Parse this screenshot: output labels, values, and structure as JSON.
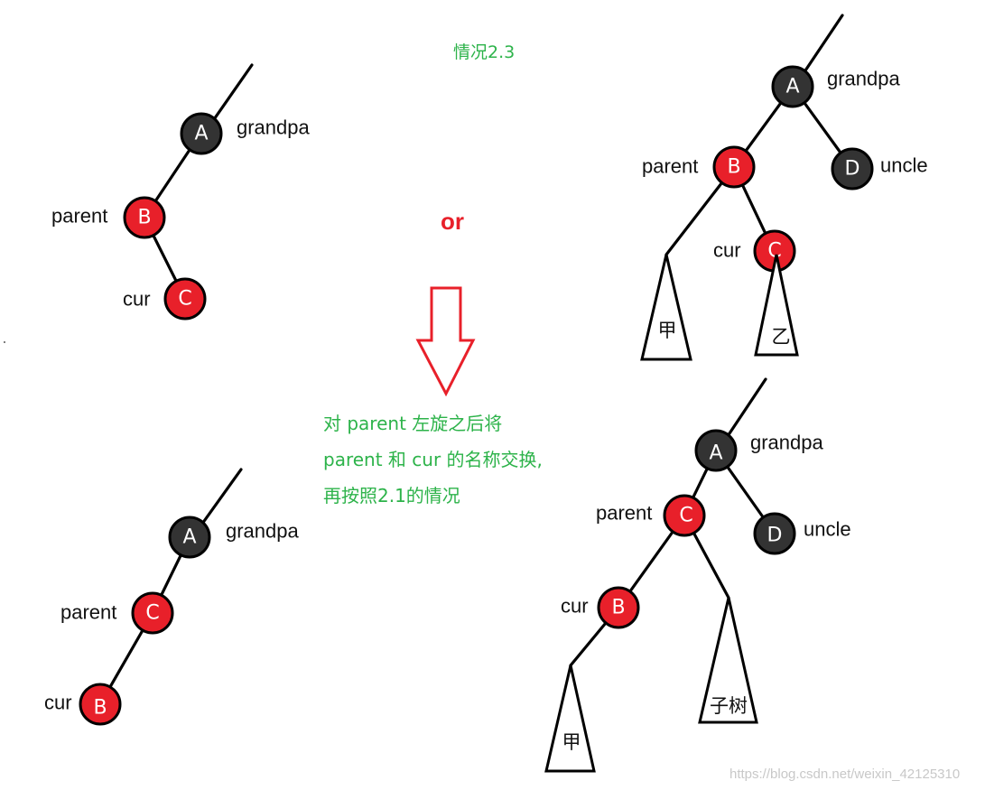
{
  "title": "情况2.3",
  "or_text": "or",
  "note_lines": [
    "对 parent 左旋之后将",
    "parent 和 cur 的名称交换,",
    "再按照2.1的情况"
  ],
  "watermark": "https://blog.csdn.net/weixin_42125310",
  "labels": {
    "grandpa": "grandpa",
    "parent": "parent",
    "cur": "cur",
    "uncle": "uncle"
  },
  "diagrams": {
    "top_left": {
      "A": "A",
      "B": "B",
      "C": "C"
    },
    "top_right": {
      "A": "A",
      "B": "B",
      "C": "C",
      "D": "D",
      "subtree_left": "甲",
      "subtree_right": "乙"
    },
    "bottom_left": {
      "A": "A",
      "C": "C",
      "B": "B"
    },
    "bottom_right": {
      "A": "A",
      "C": "C",
      "B": "B",
      "D": "D",
      "subtree_left": "甲",
      "subtree_right": "子树"
    }
  },
  "colors": {
    "black_node": "#333333",
    "red_node": "#e8202a",
    "green_text": "#2db34a",
    "arrow": "#e8202a"
  }
}
